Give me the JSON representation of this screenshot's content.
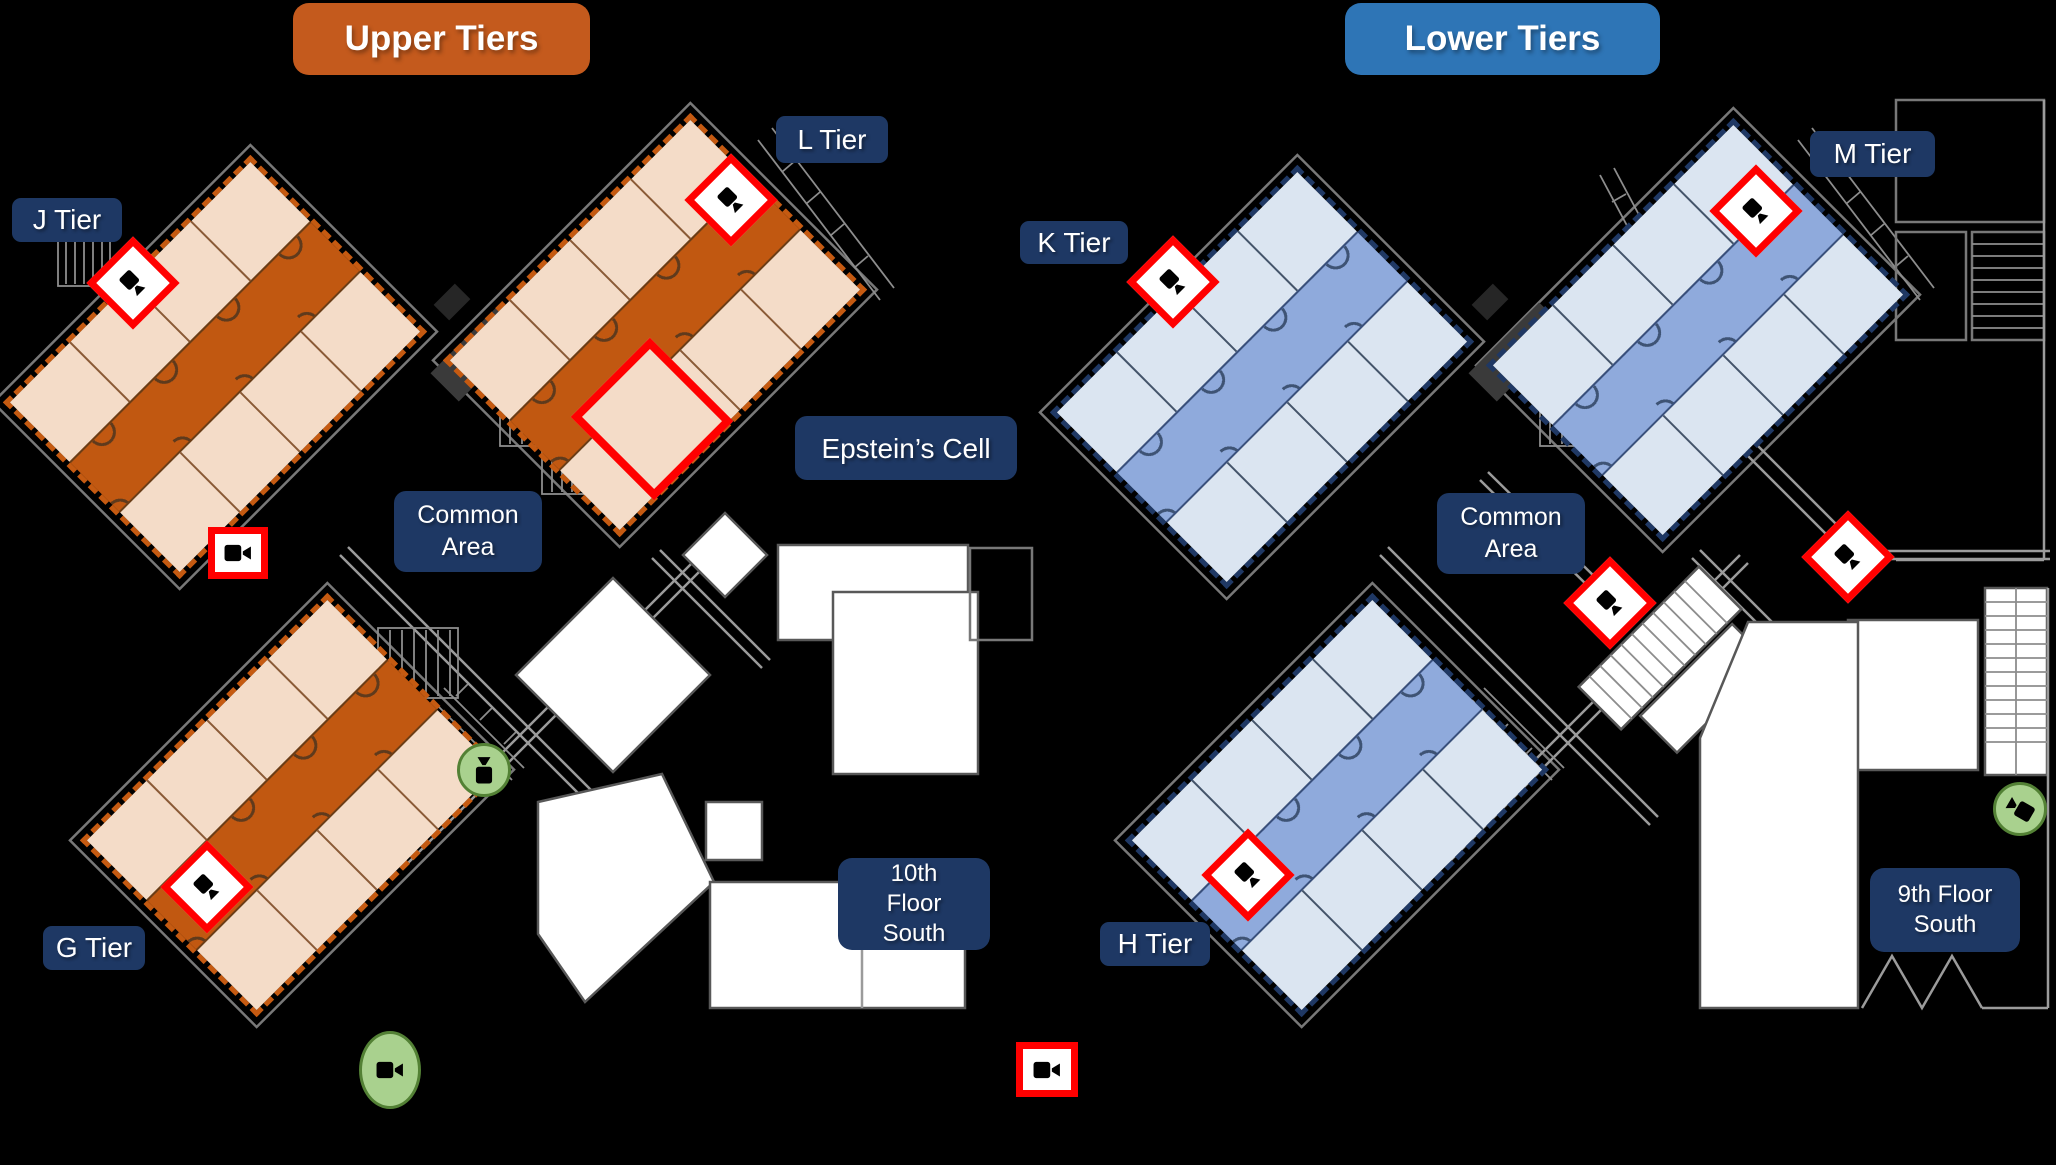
{
  "colors": {
    "bg": "#000000",
    "navy_label": "#1e3864",
    "text_white": "#ffffff",
    "upper_badge": "#c45a1d",
    "upper_accent": "#c55a11",
    "upper_cell": "#f4dcc8",
    "upper_corridor": "#c15811",
    "upper_divider": "#8a5a36",
    "upper_edge": "#6b3d16",
    "upper_arc": "#5f3a1c",
    "lower_badge": "#2e75b6",
    "lower_accent": "#1f3864",
    "lower_cell": "#dbe5f1",
    "lower_corridor": "#8faadc",
    "lower_divider": "#44546a",
    "lower_edge": "#39507c",
    "lower_arc": "#3e5374",
    "alert_red": "#ff0000",
    "green_fill": "#a9d18e",
    "green_border": "#538135",
    "wall": "#9b9b9b",
    "wall_dim": "#787878",
    "room_fill": "#ffffff",
    "dark_block": "#3a3a3a",
    "dark_block2": "#262626"
  },
  "badges": {
    "upper": "Upper Tiers",
    "lower": "Lower Tiers"
  },
  "tier_labels": {
    "j": "J Tier",
    "l": "L Tier",
    "g": "G Tier",
    "k": "K Tier",
    "m": "M Tier",
    "h": "H Tier"
  },
  "annotations": {
    "epstein_cell": "Epstein’s Cell",
    "common_area": {
      "line1": "Common",
      "line2": "Area"
    },
    "floor10": {
      "line1": "10th",
      "line2": "Floor",
      "line3": "South"
    },
    "floor9": {
      "line1": "9th Floor",
      "line2": "South"
    }
  },
  "icons": {
    "red_diamond_camera": "video-camera in red diamond frame",
    "red_square_camera": "video-camera in red square frame",
    "green_circle_camera": "video-camera in green circle"
  }
}
